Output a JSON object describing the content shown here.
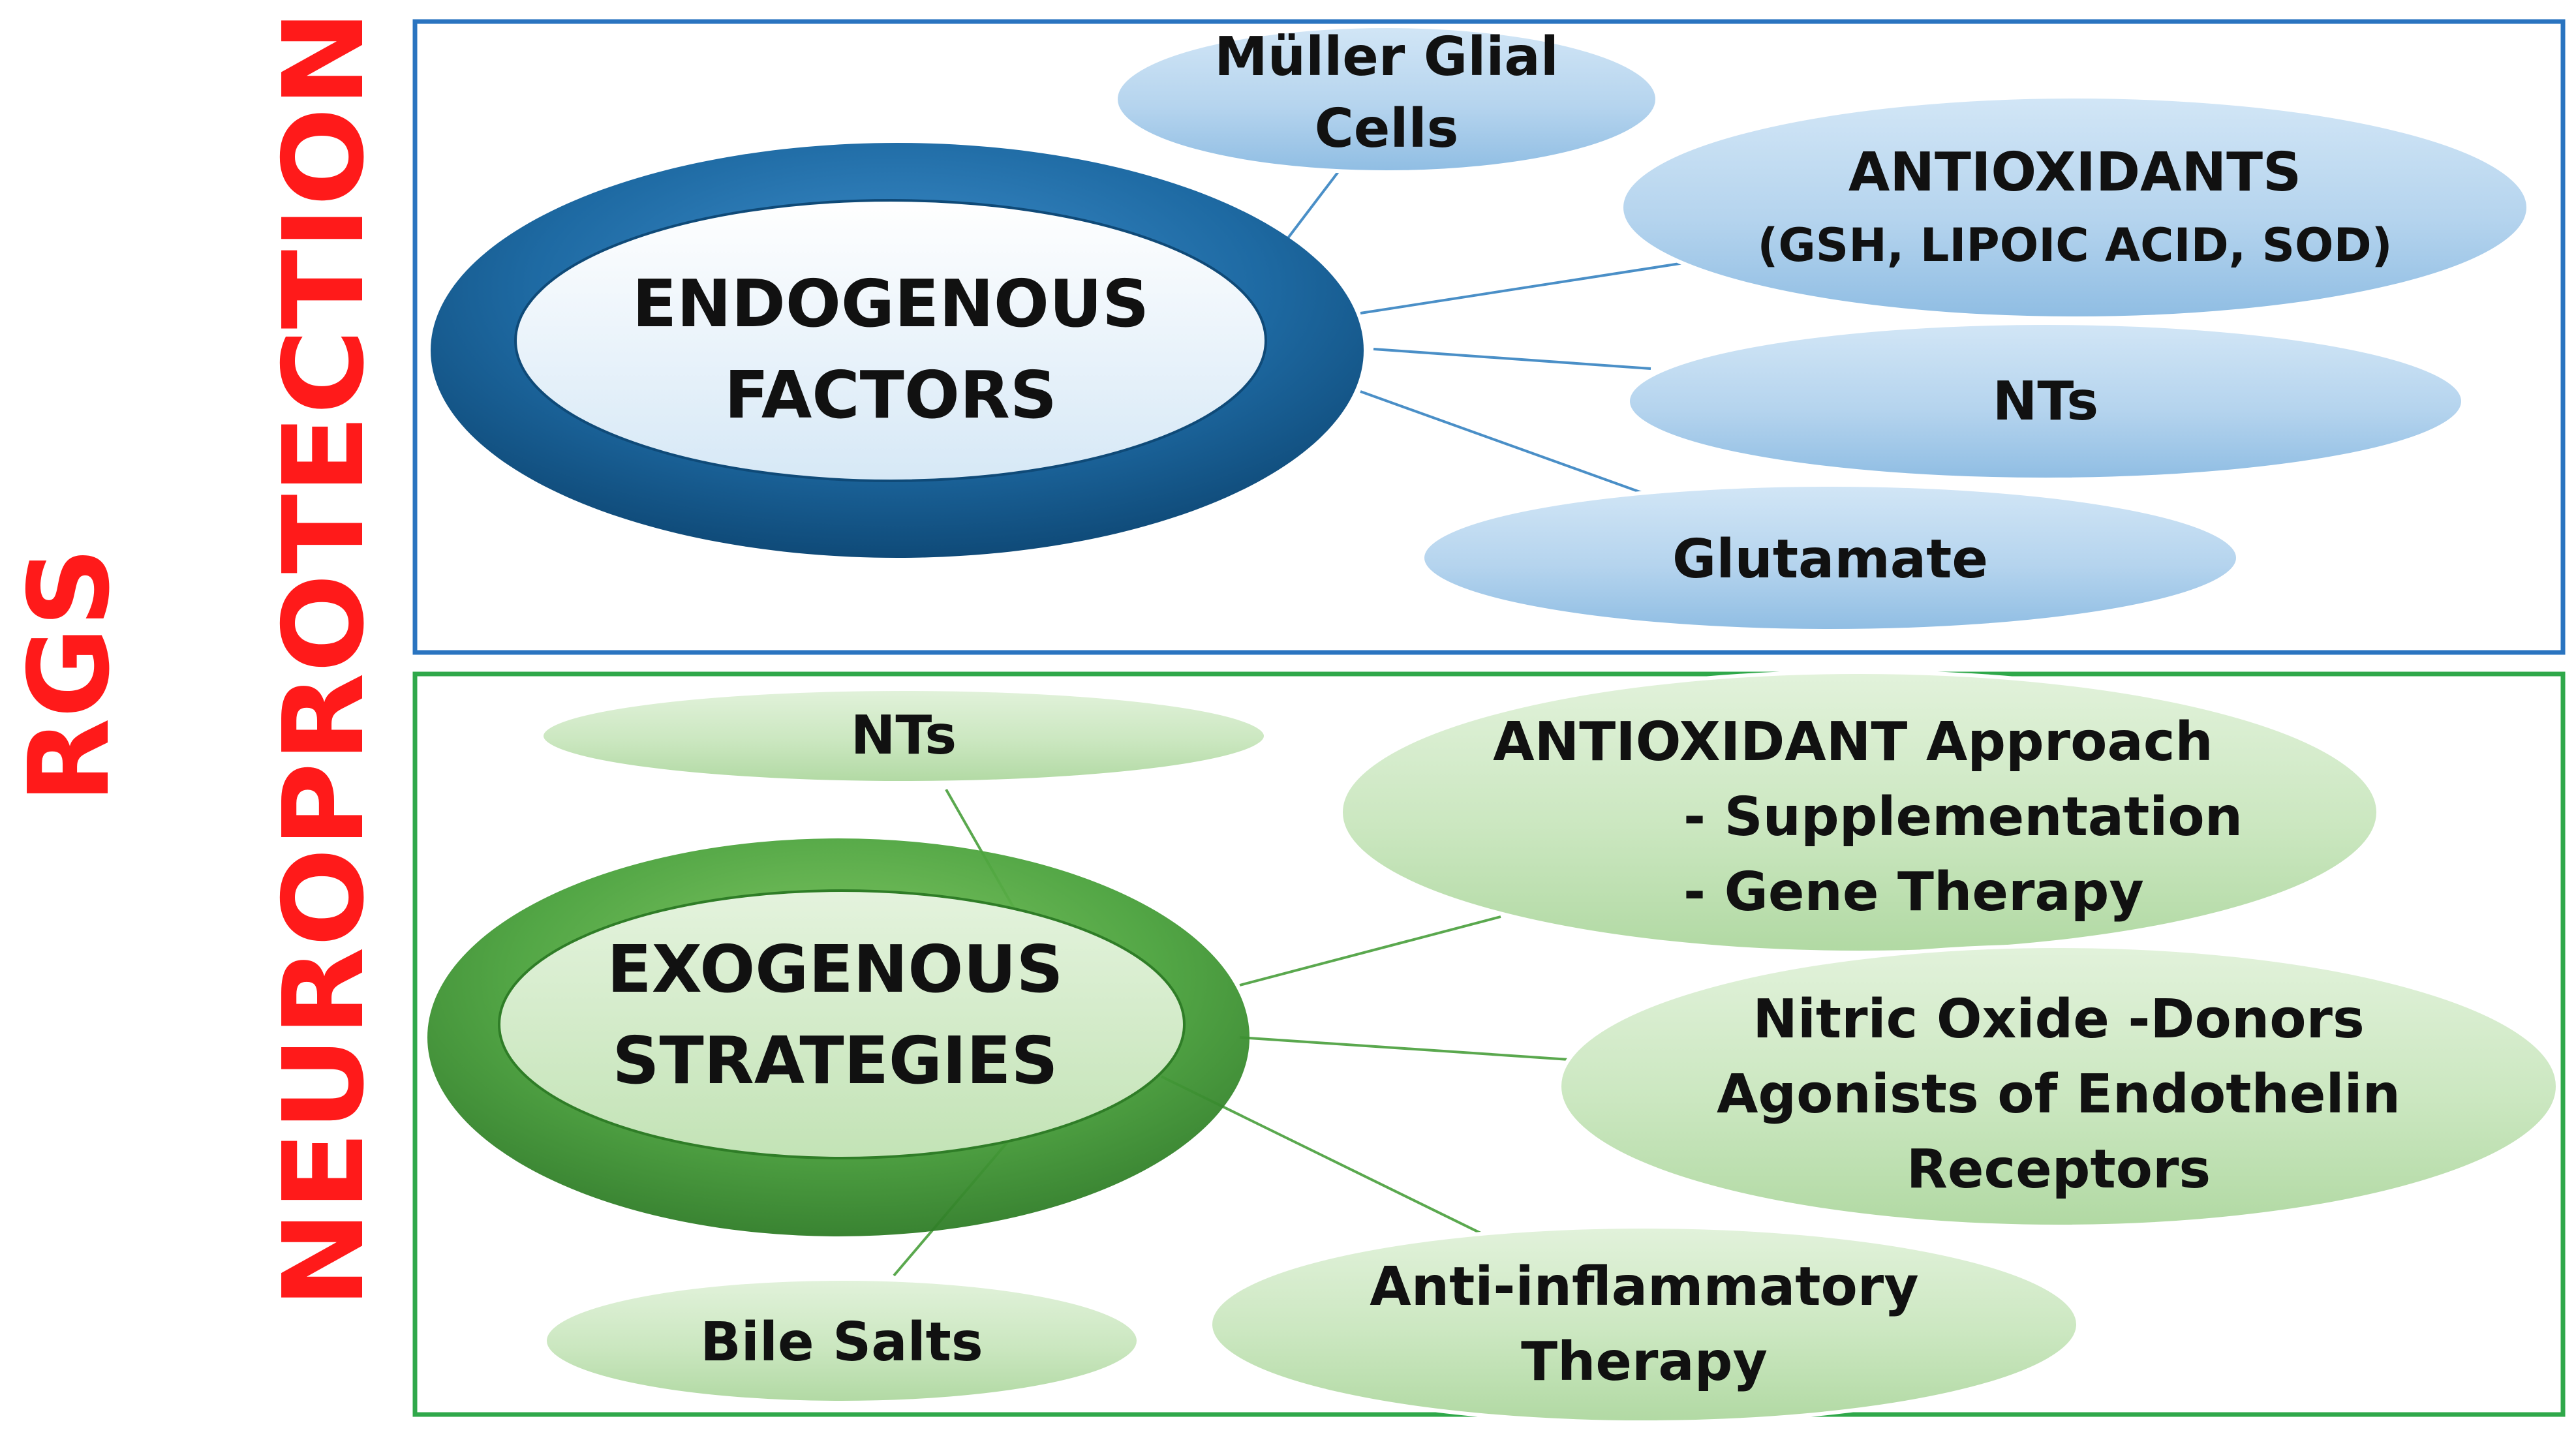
{
  "title": {
    "line1": "RGS",
    "line2": "NEUROPROTECTION"
  },
  "colors": {
    "title": "#ff1a1a",
    "endogenous_border": "#2a74c0",
    "exogenous_border": "#2fa84a",
    "endogenous_ring": "#1c6096",
    "exogenous_ring": "#48a23a",
    "endogenous_node": "#b7d6ee",
    "exogenous_node": "#cde8c4"
  },
  "endogenous": {
    "hub": {
      "line1": "ENDOGENOUS",
      "line2": "FACTORS"
    },
    "nodes": {
      "muller": {
        "line1": "Müller Glial",
        "line2": "Cells"
      },
      "antioxidants": {
        "line1": "ANTIOXIDANTS",
        "line2": "(GSH,  LIPOIC ACID, SOD)"
      },
      "nts": {
        "line1": "NTs"
      },
      "glutamate": {
        "line1": "Glutamate"
      }
    }
  },
  "exogenous": {
    "hub": {
      "line1": "EXOGENOUS",
      "line2": "STRATEGIES"
    },
    "nodes": {
      "nts": {
        "line1": "NTs"
      },
      "antioxidant": {
        "line1": "ANTIOXIDANT Approach",
        "line2": "-  Supplementation",
        "line3": "-  Gene Therapy"
      },
      "nitric": {
        "line1": "Nitric Oxide -Donors",
        "line2": "Agonists of Endothelin",
        "line3": "Receptors"
      },
      "antiinflammatory": {
        "line1": "Anti-inflammatory",
        "line2": "Therapy"
      },
      "bile": {
        "line1": "Bile Salts"
      }
    }
  }
}
